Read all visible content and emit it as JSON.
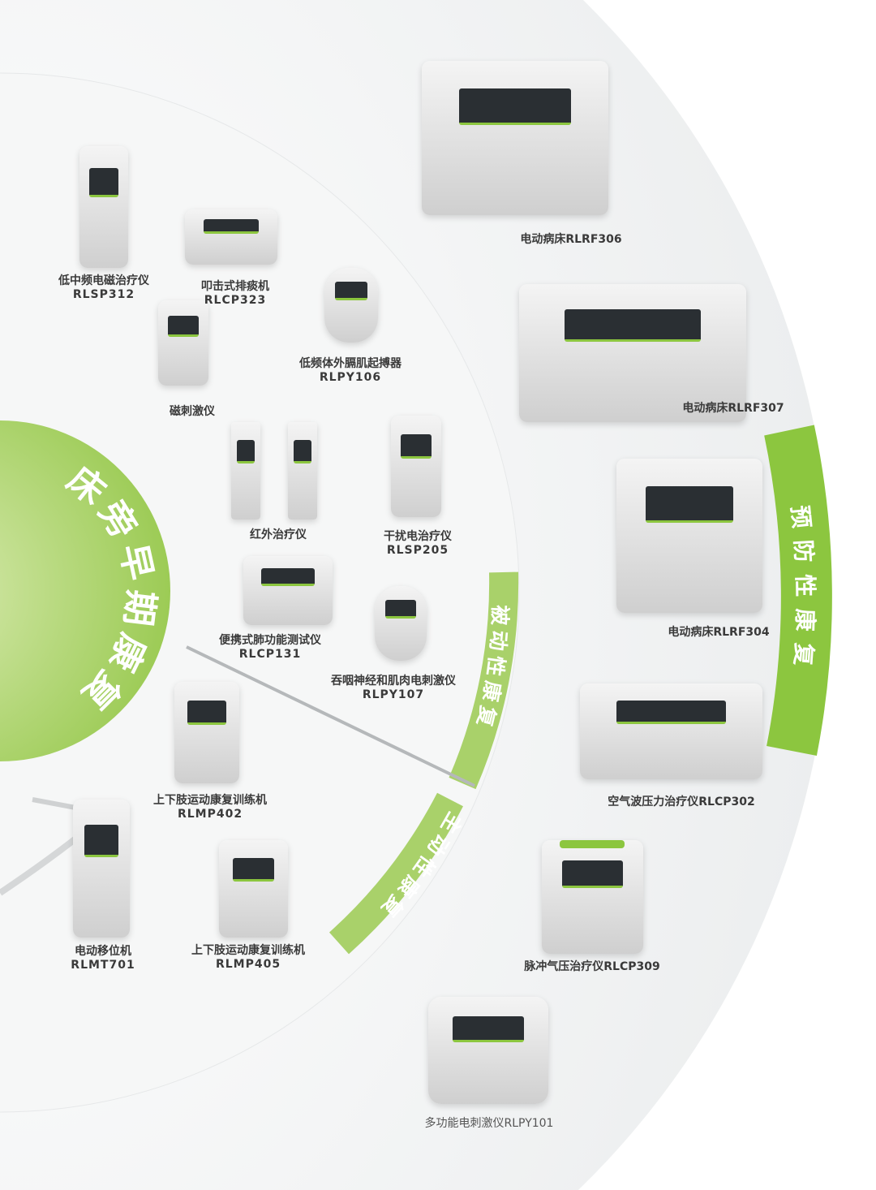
{
  "center_title": "床旁早期康复",
  "bands": {
    "prevention": "预防性康复",
    "passive": "被动性康复",
    "active": "主动性康复"
  },
  "colors": {
    "green": "#8cc63f",
    "light_green": "#d3e7a8",
    "disc": "#f0f1f2"
  },
  "products": [
    {
      "name": "低中频电磁治疗仪",
      "model": "RLSP312"
    },
    {
      "name": "叩击式排痰机",
      "model": "RLCP323"
    },
    {
      "name": "低频体外膈肌起搏器",
      "model": "RLPY106"
    },
    {
      "name": "磁刺激仪",
      "model": ""
    },
    {
      "name": "红外治疗仪",
      "model": ""
    },
    {
      "name": "干扰电治疗仪",
      "model": "RLSP205"
    },
    {
      "name": "便携式肺功能测试仪",
      "model": "RLCP131"
    },
    {
      "name": "吞咽神经和肌肉电刺激仪",
      "model": "RLPY107"
    },
    {
      "name": "上下肢运动康复训练机",
      "model": "RLMP402"
    },
    {
      "name": "电动移位机",
      "model": "RLMT701"
    },
    {
      "name": "上下肢运动康复训练机",
      "model": "RLMP405"
    },
    {
      "name": "电动病床RLRF306",
      "model": ""
    },
    {
      "name": "电动病床RLRF307",
      "model": ""
    },
    {
      "name": "电动病床RLRF304",
      "model": ""
    },
    {
      "name": "空气波压力治疗仪RLCP302",
      "model": ""
    },
    {
      "name": "脉冲气压治疗仪RLCP309",
      "model": ""
    },
    {
      "name": "多功能电刺激仪RLPY101",
      "model": ""
    }
  ]
}
